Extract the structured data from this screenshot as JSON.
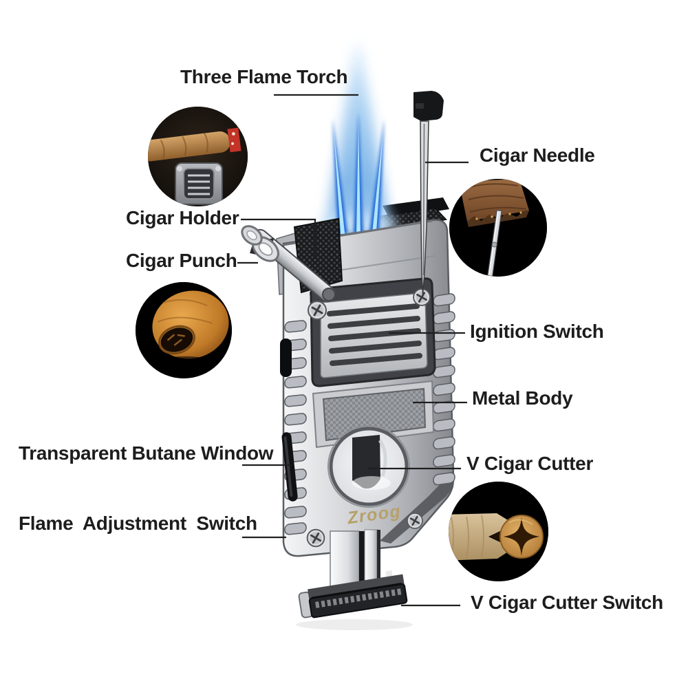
{
  "product": {
    "brand_logo": "Zroog",
    "description": "three jet flame cigar torch lighter with built-in V cutter"
  },
  "callouts": {
    "three_flame_torch": "Three Flame Torch",
    "cigar_needle": "Cigar Needle",
    "cigar_holder": "Cigar Holder",
    "cigar_punch": "Cigar Punch",
    "ignition_switch": "Ignition Switch",
    "metal_body": "Metal Body",
    "transparent_butane_window": "Transparent Butane Window",
    "v_cigar_cutter": "V Cigar Cutter",
    "flame_adjustment_switch": "Flame Adjustment Switch",
    "v_cigar_cutter_switch": "V Cigar Cutter Switch"
  },
  "insets": {
    "cigar_on_holder": "cigar resting on the fold-out holder",
    "punched_cigar": "cigar cap opened with the punch",
    "needle_in_cigar": "needle piercing the cigar foot",
    "v_cut_cigars": "cigar heads after V cutter cuts"
  },
  "colors": {
    "flame_outer": "#9cc6ef",
    "flame_jet": "#1b64d6",
    "flame_core": "#aee6ff",
    "body_silver": "#c9cbcf",
    "body_dark": "#3c3e42",
    "logo_gold": "#b7a06a",
    "label_text": "#1d1d1d",
    "background": "#ffffff"
  }
}
